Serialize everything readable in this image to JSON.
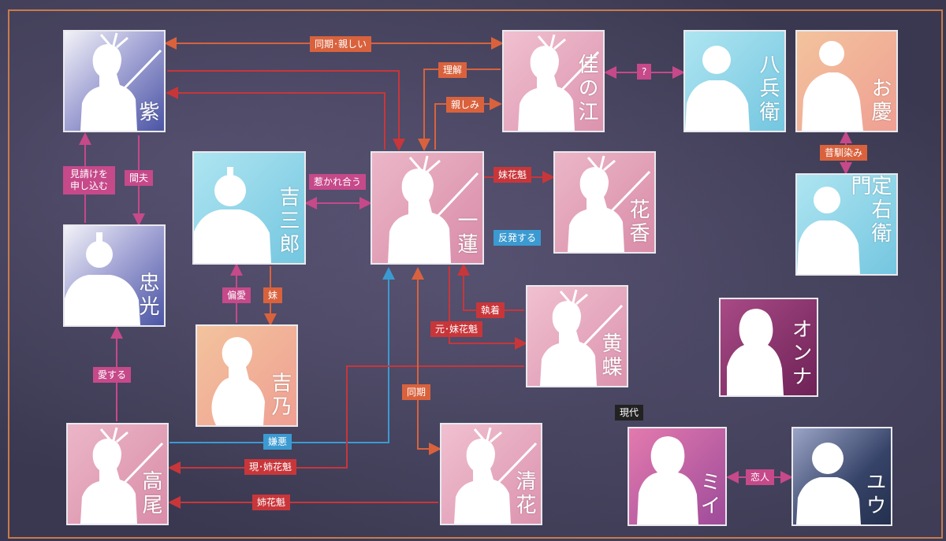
{
  "characters": {
    "murasaki": "紫",
    "yoshiro": "吉三郎",
    "ichiren": "一蓮",
    "kanoe": "佳の江",
    "hachibei": "八兵衛",
    "okei": "お慶",
    "hanaka": "花香",
    "sadaemon": "定右衛門",
    "tadamitsu": "忠光",
    "yoshino": "吉乃",
    "kocho": "黄蝶",
    "onna": "オンナ",
    "takao": "高尾",
    "kiyohana": "清花",
    "mii": "ミイ",
    "yuu": "ユウ"
  },
  "relations": {
    "doki_shitashii": "同期･親しい",
    "rikai": "理解",
    "shitashimi": "親しみ",
    "question": "?",
    "osananajimi": "昔馴染み",
    "miuke": "見請けを\n申し込む",
    "mabu": "間夫",
    "hikare_au": "惹かれ合う",
    "imoto_oiran": "妹花魁",
    "hanpatsu": "反発する",
    "henai": "偏愛",
    "imoto": "妹",
    "shuchaku": "執着",
    "moto_imoto_oiran": "元･妹花魁",
    "aisuru": "愛する",
    "doki": "同期",
    "keno": "嫌悪",
    "gen_ane_oiran": "現･姉花魁",
    "ane_oiran": "姉花魁",
    "koibito": "恋人",
    "gendai": "現代"
  },
  "colors": {
    "red": "#c8363a",
    "orange": "#d9623d",
    "pink": "#c6498a",
    "blue": "#3b9ad1",
    "frame": "#c97b4a"
  }
}
